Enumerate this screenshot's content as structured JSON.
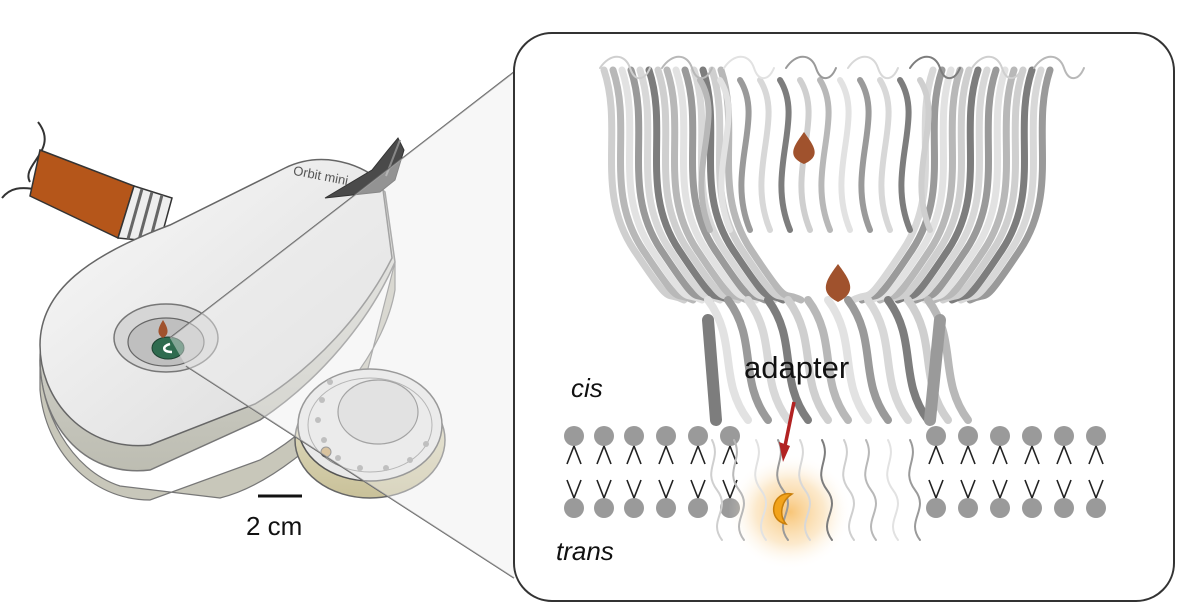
{
  "labels": {
    "scale": "2 cm",
    "cis": "cis",
    "trans": "trans",
    "adapter": "adapter",
    "device_name": "Orbit mini"
  },
  "colors": {
    "sample_drop": "#a0522d",
    "pipette_tip": "#b5561a",
    "arrow": "#b22222",
    "adapter_glow": "#f5a623",
    "lipid_head": "#9a9a9a",
    "panel_border": "#333333"
  }
}
